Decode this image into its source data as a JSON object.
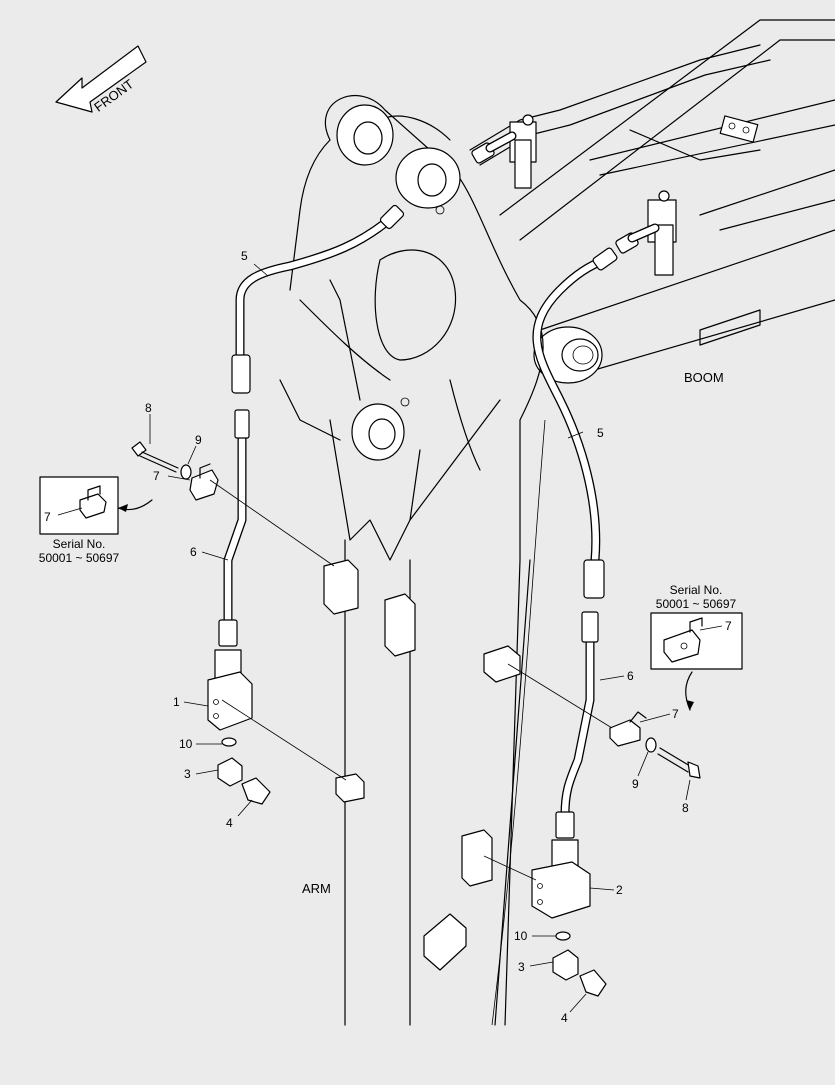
{
  "orientation": {
    "front_label": "FRONT"
  },
  "assembly_labels": {
    "boom": "BOOM",
    "arm": "ARM"
  },
  "callouts": [
    {
      "id": "c-5-left",
      "text": "5"
    },
    {
      "id": "c-8-left",
      "text": "8"
    },
    {
      "id": "c-9-left",
      "text": "9"
    },
    {
      "id": "c-7-left",
      "text": "7"
    },
    {
      "id": "c-6-left",
      "text": "6"
    },
    {
      "id": "c-1",
      "text": "1"
    },
    {
      "id": "c-10-left",
      "text": "10"
    },
    {
      "id": "c-3-left",
      "text": "3"
    },
    {
      "id": "c-4-left",
      "text": "4"
    },
    {
      "id": "c-5-right",
      "text": "5"
    },
    {
      "id": "c-6-right",
      "text": "6"
    },
    {
      "id": "c-7-right",
      "text": "7"
    },
    {
      "id": "c-9-right",
      "text": "9"
    },
    {
      "id": "c-8-right",
      "text": "8"
    },
    {
      "id": "c-2",
      "text": "2"
    },
    {
      "id": "c-10-right",
      "text": "10"
    },
    {
      "id": "c-3-right",
      "text": "3"
    },
    {
      "id": "c-4-right",
      "text": "4"
    }
  ],
  "insets": [
    {
      "id": "inset-left",
      "part": "7",
      "serial_title": "Serial No.",
      "serial_range": "50001 ~ 50697"
    },
    {
      "id": "inset-right",
      "part": "7",
      "serial_title": "Serial No.",
      "serial_range": "50001 ~ 50697"
    }
  ]
}
